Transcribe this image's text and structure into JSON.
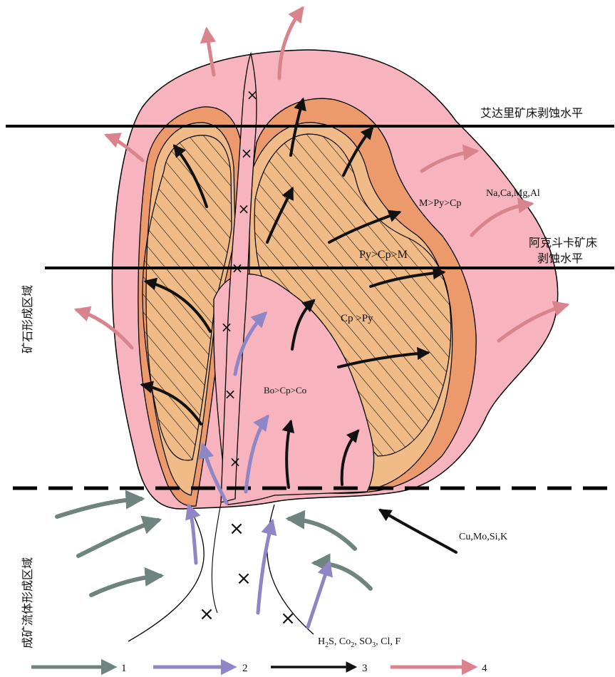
{
  "labels": {
    "level_aidali": "艾达里矿床剥蚀水平",
    "level_akedouka_1": "阿克斗卡矿床",
    "level_akedouka_2": "剥蚀水平",
    "zone_ore": "矿石形成区域",
    "zone_fluid": "成矿流体形成区域",
    "elements_out": "Na,Ca,Mg,Al",
    "elements_in": "Cu,Mo,Si,K",
    "gases_part1": "H",
    "gases_sub1": "2",
    "gases_part2": "S, Co",
    "gases_sub2": "2",
    "gases_part3": ", SO",
    "gases_sub3": "3",
    "gases_part4": ", Cl, F",
    "mineral_outer": "M>Py>Cp",
    "mineral_mid": "Py>Cp>M",
    "mineral_inner": "Cp >Py",
    "mineral_core": "Bo>Cp>Co"
  },
  "legend": [
    {
      "number": "1",
      "color": "#6f847f"
    },
    {
      "number": "2",
      "color": "#8f86c6"
    },
    {
      "number": "3",
      "color": "#111111"
    },
    {
      "number": "4",
      "color": "#d9848d"
    }
  ],
  "colors": {
    "outer_halo": "#f7b4bf",
    "orange_zone": "#ec9a6c",
    "inner_zone": "#f0bb86",
    "hatch": "#1a1a1a",
    "line": "#000000"
  }
}
